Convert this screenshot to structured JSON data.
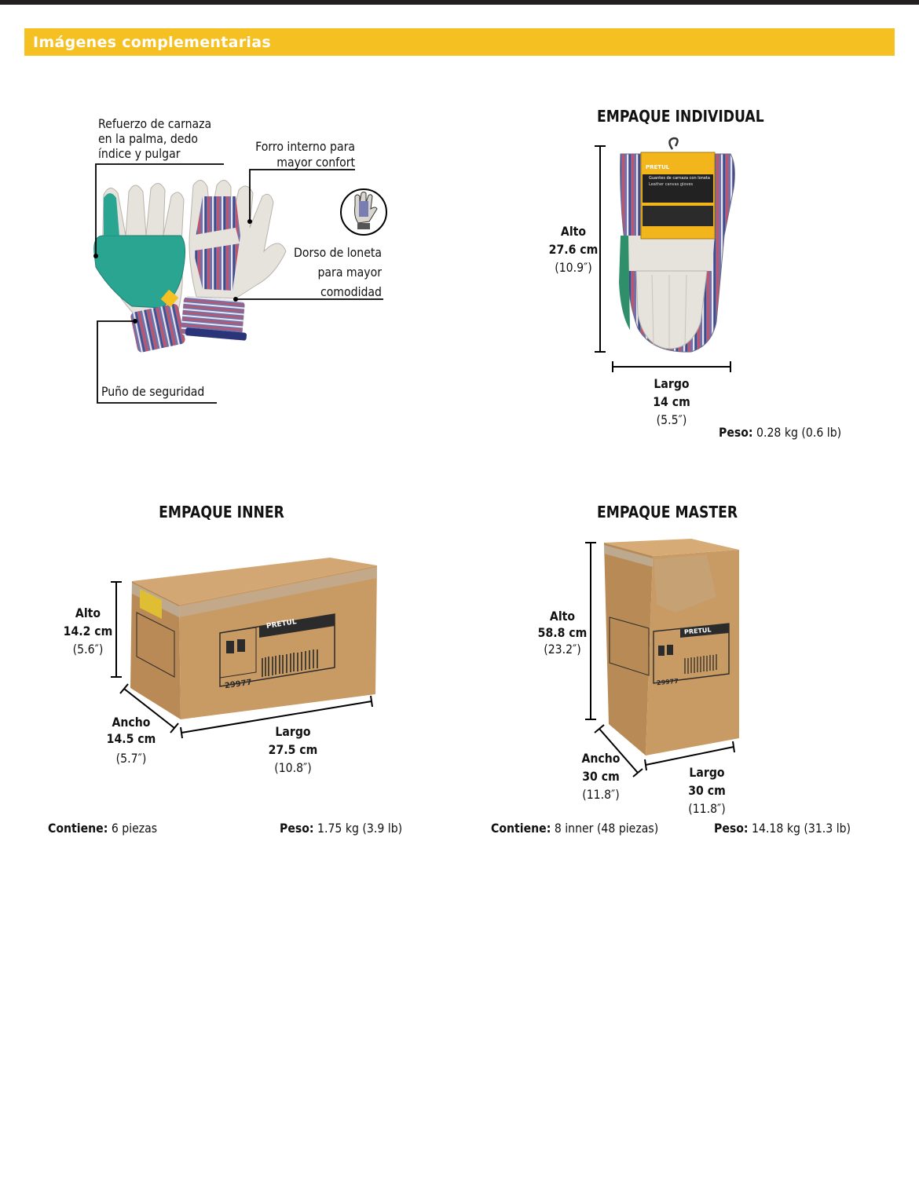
{
  "header": {
    "title": "Imágenes complementarias"
  },
  "product": {
    "callouts": {
      "reinforcement": [
        "Refuerzo de carnaza",
        "en la palma, dedo",
        "índice y pulgar"
      ],
      "lining": [
        "Forro interno para",
        "mayor confort"
      ],
      "back": [
        "Dorso de loneta",
        "para mayor",
        "comodidad"
      ],
      "cuff": "Puño de seguridad"
    }
  },
  "individual": {
    "title": "EMPAQUE INDIVIDUAL",
    "alto": {
      "label": "Alto",
      "metric": "27.6 cm",
      "imperial": "(10.9″)"
    },
    "largo": {
      "label": "Largo",
      "metric": "14 cm",
      "imperial": "(5.5″)"
    },
    "peso": {
      "label": "Peso:",
      "value": "0.28 kg (0.6 lb)"
    },
    "package_text": {
      "brand": "PRETUL",
      "name": "Guantes de carnaza con loneta",
      "name_en": "Leather canvas gloves"
    }
  },
  "inner": {
    "title": "EMPAQUE INNER",
    "alto": {
      "label": "Alto",
      "metric": "14.2 cm",
      "imperial": "(5.6″)"
    },
    "ancho": {
      "label": "Ancho",
      "metric": "14.5 cm",
      "imperial": "(5.7″)"
    },
    "largo": {
      "label": "Largo",
      "metric": "27.5 cm",
      "imperial": "(10.8″)"
    },
    "contiene": {
      "label": "Contiene:",
      "value": "6 piezas"
    },
    "peso": {
      "label": "Peso:",
      "value": "1.75 kg (3.9 lb)"
    },
    "box_text": {
      "brand": "PRETUL",
      "code": "29977"
    }
  },
  "master": {
    "title": "EMPAQUE MASTER",
    "alto": {
      "label": "Alto",
      "metric": "58.8 cm",
      "imperial": "(23.2″)"
    },
    "ancho": {
      "label": "Ancho",
      "metric": "30 cm",
      "imperial": "(11.8″)"
    },
    "largo": {
      "label": "Largo",
      "metric": "30 cm",
      "imperial": "(11.8″)"
    },
    "contiene": {
      "label": "Contiene:",
      "value": "8 inner (48 piezas)"
    },
    "peso": {
      "label": "Peso:",
      "value": "14.18 kg (31.3 lb)"
    },
    "box_text": {
      "brand": "PRETUL",
      "code": "29977"
    }
  },
  "colors": {
    "banner": "#f5c022",
    "topbar": "#231f20",
    "cardboard": "#c89a64",
    "leather": "#e6e3dd",
    "green_leather": "#2aa592"
  }
}
